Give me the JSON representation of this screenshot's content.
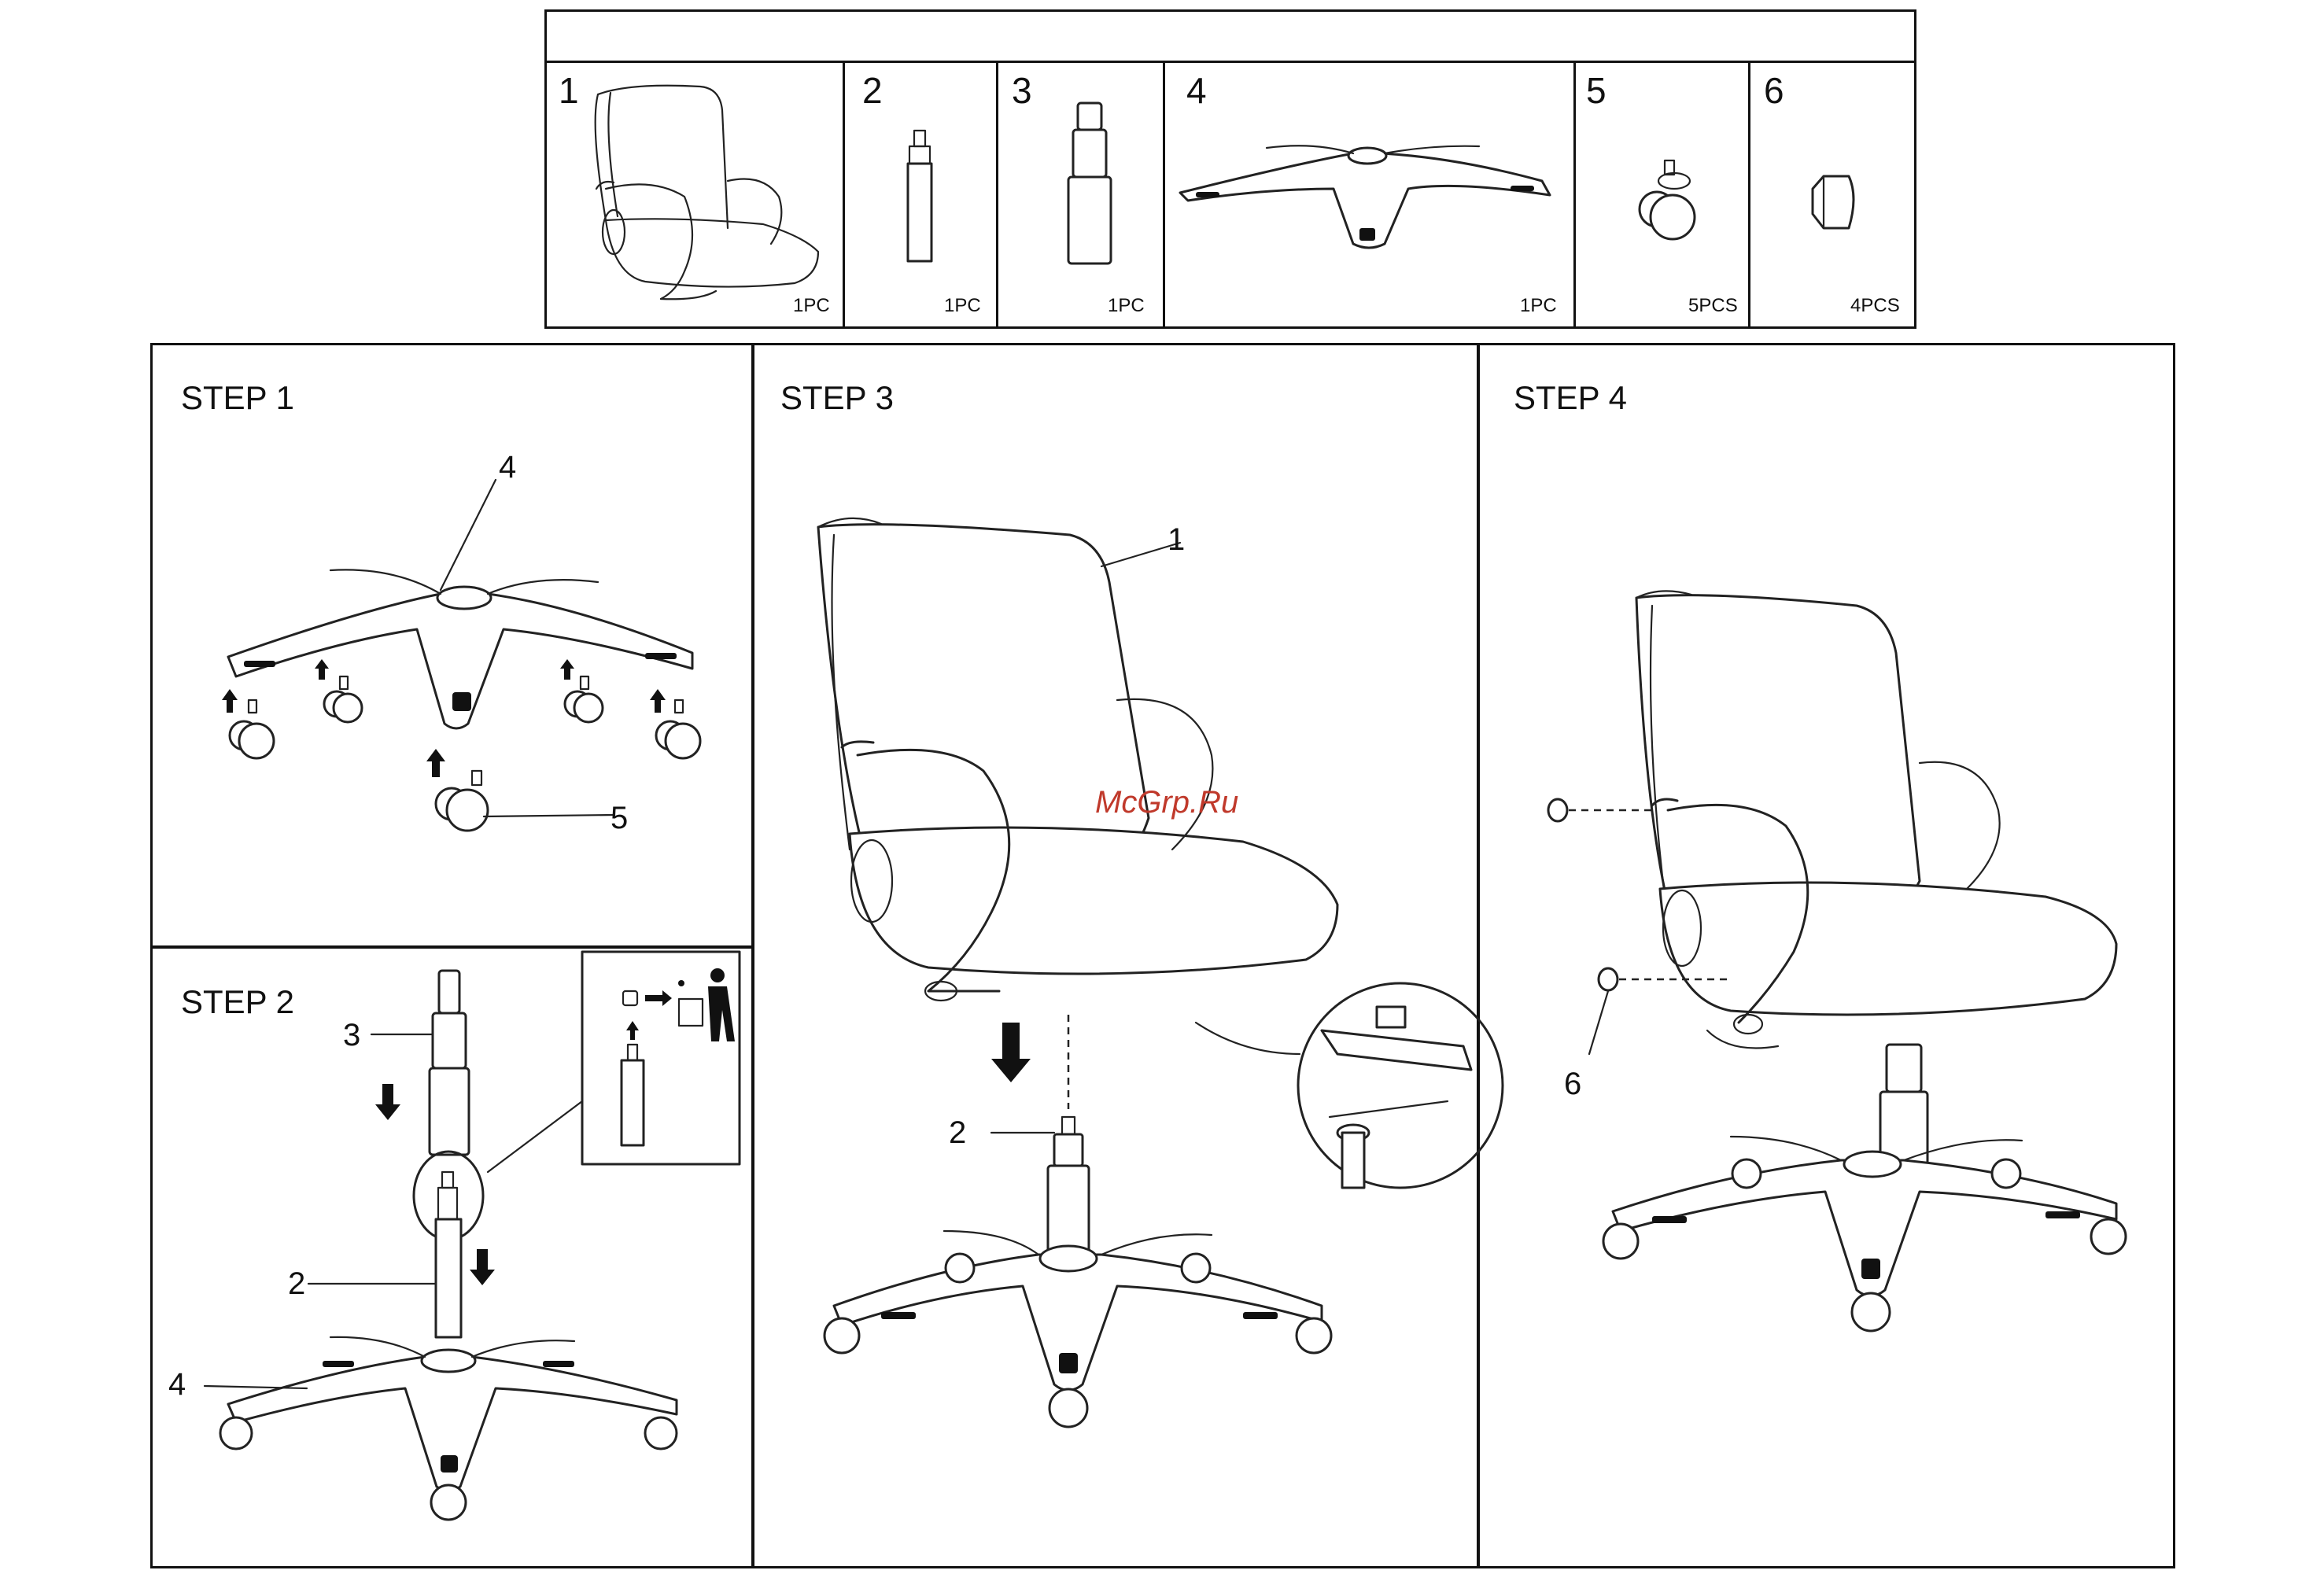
{
  "parts": [
    {
      "number": "1",
      "qty": "1PC",
      "icon": "chair-icon"
    },
    {
      "number": "2",
      "qty": "1PC",
      "icon": "gas-lift-pin-icon"
    },
    {
      "number": "3",
      "qty": "1PC",
      "icon": "gas-lift-cylinder-icon"
    },
    {
      "number": "4",
      "qty": "1PC",
      "icon": "star-base-icon"
    },
    {
      "number": "5",
      "qty": "5PCS",
      "icon": "caster-icon"
    },
    {
      "number": "6",
      "qty": "4PCS",
      "icon": "end-cap-icon"
    }
  ],
  "steps": {
    "step1": {
      "title": "STEP 1",
      "callouts": [
        "4",
        "5"
      ]
    },
    "step2": {
      "title": "STEP 2",
      "callouts": [
        "3",
        "2",
        "4"
      ]
    },
    "step3": {
      "title": "STEP 3",
      "callouts": [
        "1",
        "2"
      ]
    },
    "step4": {
      "title": "STEP 4",
      "callouts": [
        "6"
      ]
    }
  },
  "watermark": "McGrp.Ru"
}
